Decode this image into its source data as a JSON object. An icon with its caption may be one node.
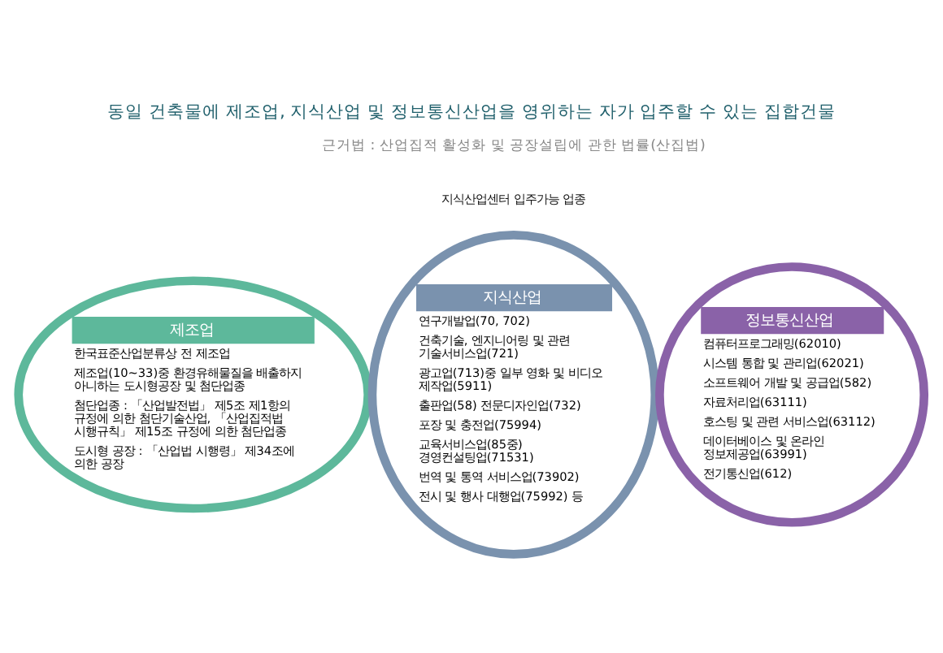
{
  "diagram": {
    "title": "동일 건축물에 제조업, 지식산업 및 정보통신산업을 영위하는 자가 입주할 수 있는 집합건물",
    "nodes": [
      {
        "text": [
          "제조업",
          "한국표준산업분류상 전 제조업",
          "제조업(10~33)중 환경유해물질을 배출하지 아니하는 도시형공장 및 첨단업종",
          "첨단업종 : 「산업발전법」 제5조 제1항의 규정에 의한 첨단기술산업, 「산업집적법 시행규칙」 제15조 규정에 의한 첨단업종",
          "도시형 공장 : 「산업법 시행령」 제34조에 의한 공장"
        ]
      },
      {
        "text": [
          "지식산업",
          "연구개발업(70, 702)",
          "건축기술, 엔지니어링 및 관련 기술서비스업(721)",
          "광고업(713)중 일부 영화 및 비디오 제작업(5911)",
          "출판업(58) 전문디자인업(732)",
          "포장 및 충전업(75994)",
          "교육서비스업(85중) 경영컨설팅업(71531)",
          "번역 및 통역 서비스업(73902)",
          "전시 및 행사 대행업(75992) 등"
        ]
      },
      {
        "text": [
          "정보통신산업",
          "컴퓨터프로그래밍(62010)",
          "시스템 통합 및 관리업(62021)",
          "소프트웨어 개발 및 공급업(582)",
          "자료처리업(63111)",
          "호스팅 및 관련 서비스업(63112)",
          "데이터베이스 및 온라인 정보제공업(63991)",
          "전기통신업(612)"
        ]
      }
    ],
    "edges": [],
    "labels": [
      "근거법 : 산업집적 활성화 및 공장설립에 관한 법률(산집법)",
      "지식산업센터 입주가능 업종"
    ]
  }
}
